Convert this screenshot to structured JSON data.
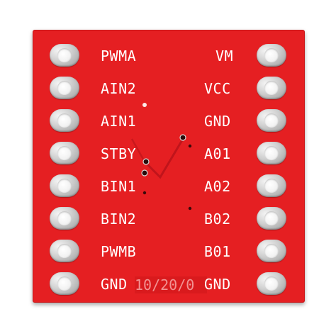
{
  "board": {
    "color": "#e51f22",
    "pad_color": "#c8c8c8",
    "left_pins": [
      "PWMA",
      "AIN2",
      "AIN1",
      "STBY",
      "BIN1",
      "BIN2",
      "PWMB",
      "GND"
    ],
    "right_pins": [
      "VM",
      "VCC",
      "GND",
      "A01",
      "A02",
      "B02",
      "B01",
      "GND"
    ],
    "date_code": "10/20/0"
  }
}
